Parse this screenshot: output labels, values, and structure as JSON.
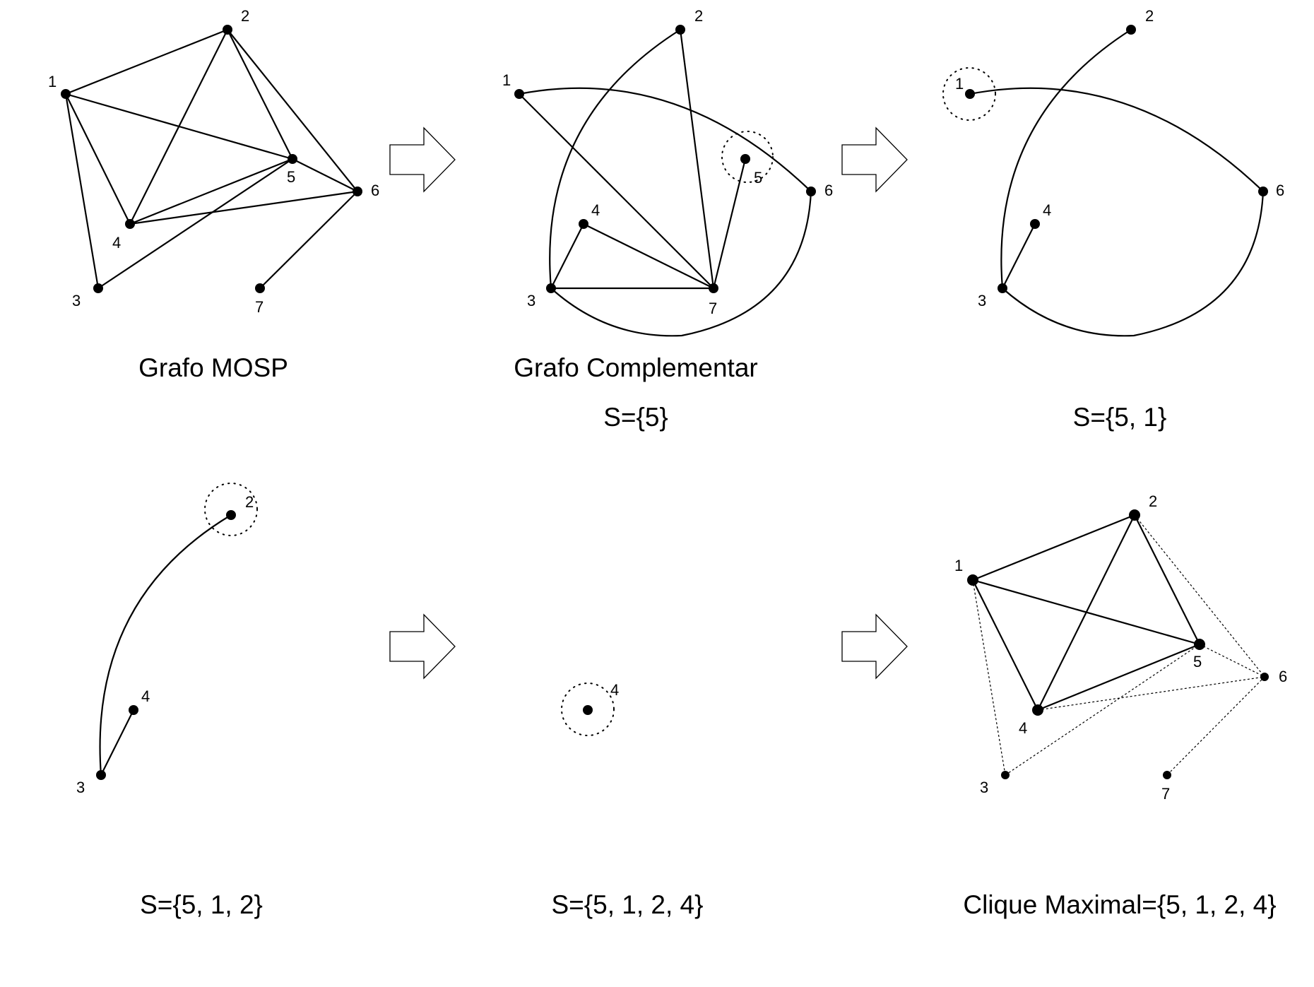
{
  "panels": [
    {
      "id": "mosp",
      "captions": [
        "Grafo MOSP"
      ]
    },
    {
      "id": "complement",
      "captions": [
        "Grafo Complementar",
        "S={5}"
      ]
    },
    {
      "id": "s51",
      "captions": [
        "S={5, 1}"
      ]
    },
    {
      "id": "s512",
      "captions": [
        "S={5, 1, 2}"
      ]
    },
    {
      "id": "s5124",
      "captions": [
        "S={5, 1, 2, 4}"
      ]
    },
    {
      "id": "clique",
      "captions": [
        "Clique Maximal={5, 1, 2, 4}"
      ]
    }
  ],
  "node_labels": [
    "1",
    "2",
    "3",
    "4",
    "5",
    "6",
    "7"
  ],
  "graphs": {
    "mosp_edges": [
      [
        "1",
        "2"
      ],
      [
        "1",
        "5"
      ],
      [
        "1",
        "4"
      ],
      [
        "1",
        "3"
      ],
      [
        "2",
        "4"
      ],
      [
        "2",
        "5"
      ],
      [
        "2",
        "6"
      ],
      [
        "4",
        "5"
      ],
      [
        "4",
        "6"
      ],
      [
        "5",
        "6"
      ],
      [
        "3",
        "5"
      ],
      [
        "6",
        "7"
      ]
    ],
    "complement_edges": [
      [
        "1",
        "7"
      ],
      [
        "2",
        "7"
      ],
      [
        "5",
        "7"
      ],
      [
        "3",
        "7"
      ],
      [
        "3",
        "4"
      ],
      [
        "4",
        "7"
      ],
      [
        "1",
        "6"
      ],
      [
        "2",
        "3"
      ],
      [
        "3",
        "6"
      ]
    ],
    "clique_edges": [
      [
        "1",
        "2"
      ],
      [
        "1",
        "5"
      ],
      [
        "1",
        "4"
      ],
      [
        "2",
        "4"
      ],
      [
        "2",
        "5"
      ],
      [
        "4",
        "5"
      ]
    ],
    "clique_other_edges": [
      [
        "1",
        "3"
      ],
      [
        "2",
        "6"
      ],
      [
        "4",
        "6"
      ],
      [
        "5",
        "6"
      ],
      [
        "3",
        "5"
      ],
      [
        "6",
        "7"
      ]
    ]
  },
  "style": {
    "foreground": "#000000",
    "background": "#ffffff"
  }
}
